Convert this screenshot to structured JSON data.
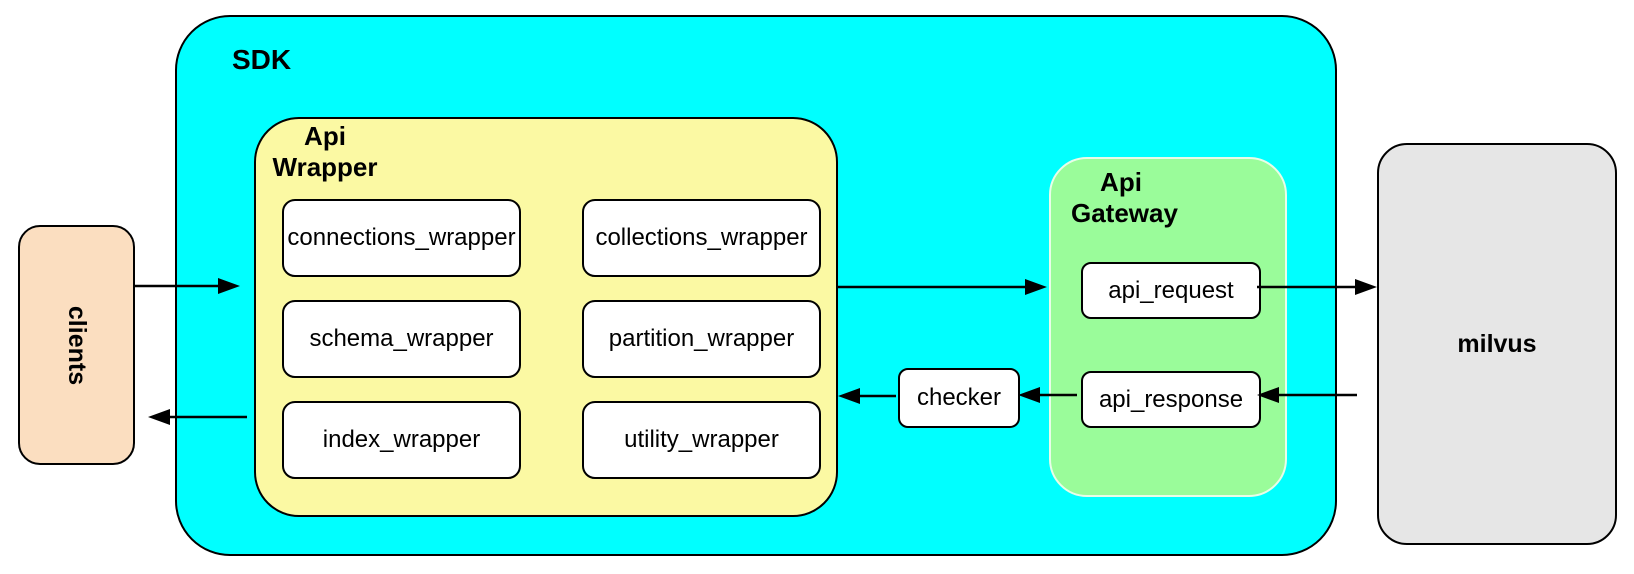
{
  "diagram": {
    "background": "#FFFFFF",
    "border_color": "#000000",
    "clients": {
      "label": "clients",
      "fill": "#FBDEC0"
    },
    "sdk": {
      "label": "SDK",
      "fill": "#00FFFF"
    },
    "api_wrapper": {
      "label_line1": "Api",
      "label_line2": "Wrapper",
      "fill": "#FBF9A3",
      "boxes": [
        {
          "label": "connections_wrapper"
        },
        {
          "label": "collections_wrapper"
        },
        {
          "label": "schema_wrapper"
        },
        {
          "label": "partition_wrapper"
        },
        {
          "label": "index_wrapper"
        },
        {
          "label": "utility_wrapper"
        }
      ]
    },
    "checker": {
      "label": "checker",
      "fill": "#FFFFFF"
    },
    "api_gateway": {
      "label_line1": "Api",
      "label_line2": "Gateway",
      "fill": "#9AFC9A",
      "request_label": "api_request",
      "response_label": "api_response"
    },
    "milvus": {
      "label": "milvus",
      "fill": "#E6E6E6"
    }
  }
}
